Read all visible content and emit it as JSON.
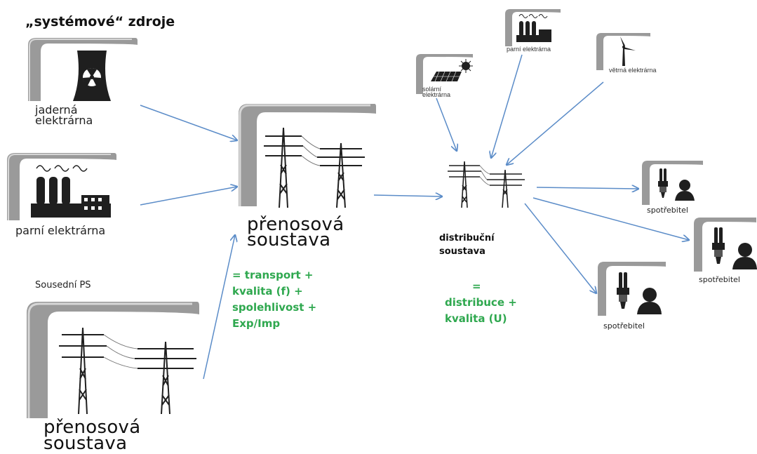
{
  "heading": "„systémové“ zdroje",
  "sources": {
    "nuclear_label": [
      "jaderná",
      "elektrárna"
    ],
    "steam_label": "parní elektrárna",
    "neighbour_label": "Sousední PS",
    "neighbour_system_label": [
      "přenosová",
      "soustava"
    ]
  },
  "transmission": {
    "label": [
      "přenosová",
      "soustava"
    ],
    "roles": [
      "= transport  +",
      "kvalita (f) +",
      "spolehlivost +",
      "Exp/Imp"
    ]
  },
  "distribution": {
    "label": [
      "distribuční",
      "soustava"
    ],
    "roles": [
      "=",
      "distribuce +",
      "kvalita (U)"
    ]
  },
  "small_sources": {
    "solar_label": [
      "solární",
      "elektrárna"
    ],
    "steam_label": "parní elektrárna",
    "wind_label": "větrná elektrárna"
  },
  "consumers": {
    "label": "spotřebitel"
  },
  "colors": {
    "arrow": "#5b8cc8",
    "green_text": "#2fa84f"
  }
}
